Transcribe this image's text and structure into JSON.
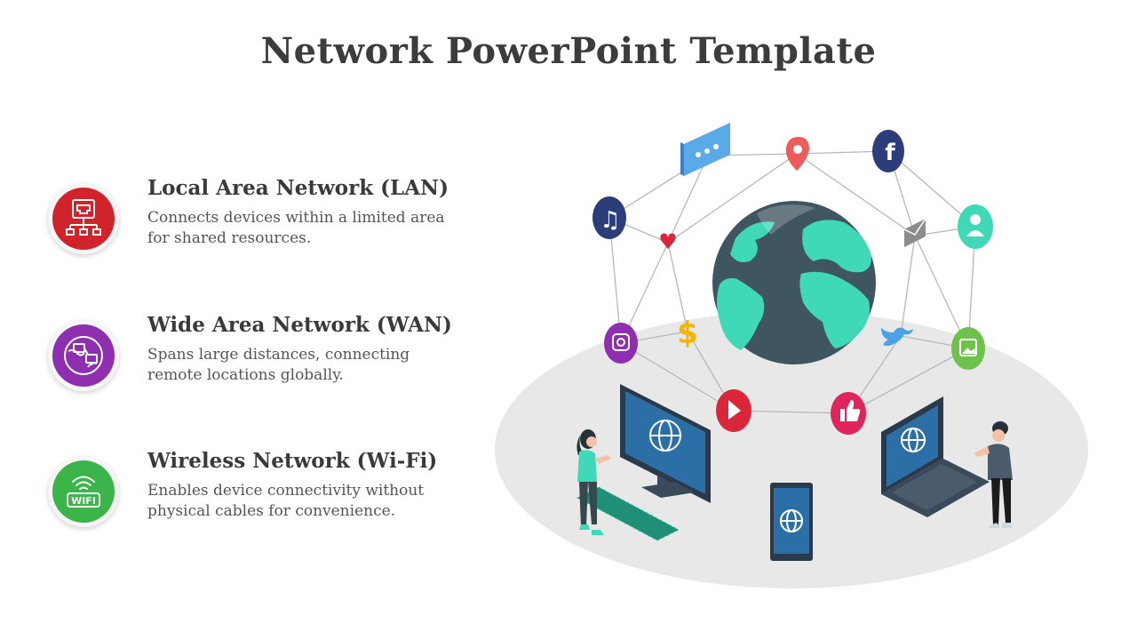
{
  "slide": {
    "title": "Network PowerPoint Template"
  },
  "items": [
    {
      "title": "Local Area Network (LAN)",
      "description": "Connects devices within a limited area for shared resources.",
      "icon": "lan-port-icon",
      "color": "#d0232a"
    },
    {
      "title": "Wide Area Network (WAN)",
      "description": "Spans large distances, connecting remote locations globally.",
      "icon": "globe-network-icon",
      "color": "#8e2fb0"
    },
    {
      "title": "Wireless Network (Wi-Fi)",
      "description": "Enables device connectivity without physical cables for convenience.",
      "icon": "wifi-icon",
      "color": "#3bb54a"
    }
  ],
  "illustration": {
    "wifi_badge_text": "WIFI",
    "dollar_glyph": "$",
    "colors": {
      "globe_ocean": "#3f5560",
      "globe_land": "#3fd9b8",
      "platform": "#e8e8e8",
      "screen": "#2c6fa6"
    }
  }
}
